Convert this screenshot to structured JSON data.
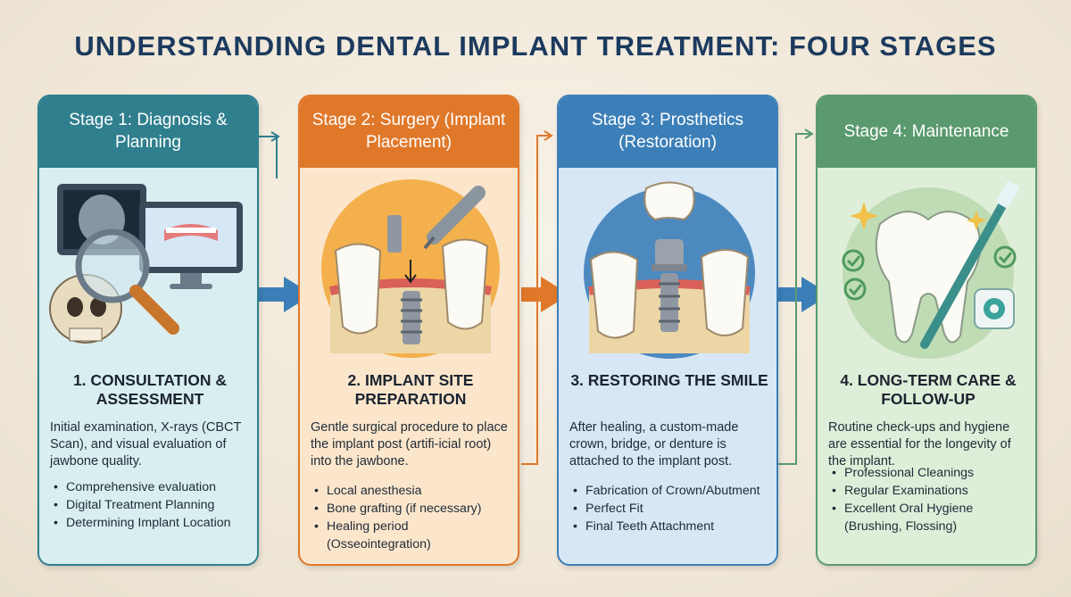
{
  "title": "UNDERSTANDING DENTAL IMPLANT TREATMENT: FOUR STAGES",
  "colors": {
    "stage1": "#2f7f8e",
    "stage2": "#e0782a",
    "stage3": "#3c7fb8",
    "stage4": "#5a9a6e"
  },
  "stages": [
    {
      "header": "Stage 1: Diagnosis & Planning",
      "heading": "1. CONSULTATION & ASSESSMENT",
      "description": "Initial examination, X-rays (CBCT Scan), and visual evaluation of jawbone quality.",
      "bullets": [
        "Comprehensive evaluation",
        "Digital Treatment Planning",
        "Determining Implant Location"
      ]
    },
    {
      "header": "Stage 2: Surgery (Implant Placement)",
      "heading": "2. IMPLANT SITE PREPARATION",
      "description": "Gentle surgical procedure to place the implant post (artifi-icial root) into the jawbone.",
      "bullets": [
        "Local anesthesia",
        "Bone grafting (if necessary)",
        "Healing period (Osseointegration)"
      ]
    },
    {
      "header": "Stage 3: Prosthetics (Restoration)",
      "heading": "3. RESTORING THE SMILE",
      "description": "After healing, a custom-made crown, bridge, or denture is attached to the implant post.",
      "bullets": [
        "Fabrication of Crown/Abutment",
        "Perfect Fit",
        "Final Teeth Attachment"
      ]
    },
    {
      "header": "Stage 4: Maintenance",
      "heading": "4. LONG-TERM CARE & FOLLOW-UP",
      "description": "Routine check-ups and hygiene are essential for the longevity of the implant.",
      "bullets": [
        "Professional Cleanings",
        "Regular Examinations",
        "Excellent Oral Hygiene (Brushing, Flossing)"
      ]
    }
  ],
  "icons": {
    "stage1": [
      "xray-monitor-icon",
      "magnifying-glass-icon",
      "skull-icon",
      "dental-model-monitor-icon"
    ],
    "stage2": [
      "implant-screw-icon",
      "dental-drill-icon",
      "tooth-cross-section-icon"
    ],
    "stage3": [
      "crown-icon",
      "abutment-icon",
      "implant-icon",
      "tooth-icon"
    ],
    "stage4": [
      "clean-tooth-icon",
      "toothbrush-icon",
      "dental-floss-icon",
      "checkmark-icon",
      "sparkle-icon"
    ]
  }
}
